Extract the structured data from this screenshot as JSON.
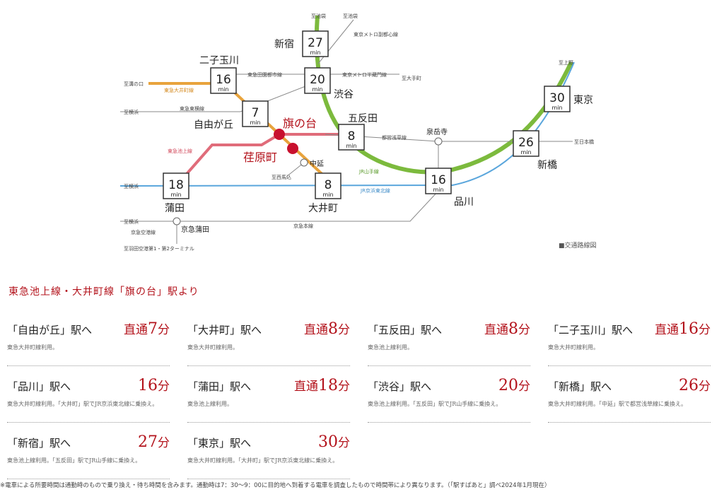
{
  "map": {
    "stations": {
      "futako": "二子玉川",
      "jiyugaoka": "自由が丘",
      "hatanodai": "旗の台",
      "ebara": "荏原町",
      "nakanobu": "中延",
      "oimachi": "大井町",
      "kamata": "蒲田",
      "keikyu_kamata": "京急蒲田",
      "shinjuku": "新宿",
      "shibuya": "渋谷",
      "gotanda": "五反田",
      "sengakuji": "泉岳寺",
      "shinagawa": "品川",
      "shinbashi": "新橋",
      "tokyo": "東京"
    },
    "times": {
      "futako": "16",
      "jiyugaoka": "7",
      "gotanda": "8",
      "shinjuku": "27",
      "shibuya": "20",
      "oimachi": "8",
      "kamata": "18",
      "shinagawa": "16",
      "shinbashi": "26",
      "tokyo": "30"
    },
    "min_unit": "min",
    "lines": {
      "denentoshi": "東急田園都市線",
      "oimachi": "東急大井町線",
      "toyoko": "東急東横線",
      "ikegami": "東急池上線",
      "toei_asakusa": "都営浅草線",
      "yamanote": "JR山手線",
      "keihin_tohoku": "JR京浜東北線",
      "keikyu_main": "京急本線",
      "keikyu_airport": "京急空港線",
      "fukutoshin": "東京メトロ副都心線",
      "hanzomon": "東京メトロ半蔵門線"
    },
    "directions": {
      "mizonokuchi": "至溝の口",
      "yokohama": "至横浜",
      "ikebukuro": "至池袋",
      "ueno": "至上野",
      "otemachi": "至大手町",
      "nihonbashi": "至日本橋",
      "nishimagome": "至西馬込",
      "haneda": "至羽田空港第1・第2ターミナル"
    },
    "note": "■交通路線図"
  },
  "section_title": "東急池上線・大井町線「旗の台」駅より",
  "direct_label": "直通",
  "minute_label": "分",
  "routes": [
    {
      "dest": "「自由が丘」駅へ",
      "direct": true,
      "minutes": "7",
      "via": "東急大井町線利用。"
    },
    {
      "dest": "「大井町」駅へ",
      "direct": true,
      "minutes": "8",
      "via": "東急大井町線利用。"
    },
    {
      "dest": "「五反田」駅へ",
      "direct": true,
      "minutes": "8",
      "via": "東急池上線利用。"
    },
    {
      "dest": "「二子玉川」駅へ",
      "direct": true,
      "minutes": "16",
      "via": "東急大井町線利用。"
    },
    {
      "dest": "「品川」駅へ",
      "direct": false,
      "minutes": "16",
      "via": "東急大井町線利用。「大井町」駅でJR京浜東北線に乗換え。"
    },
    {
      "dest": "「蒲田」駅へ",
      "direct": true,
      "minutes": "18",
      "via": "東急池上線利用。"
    },
    {
      "dest": "「渋谷」駅へ",
      "direct": false,
      "minutes": "20",
      "via": "東急池上線利用。「五反田」駅でJR山手線に乗換え。"
    },
    {
      "dest": "「新橋」駅へ",
      "direct": false,
      "minutes": "26",
      "via": "東急大井町線利用。「中延」駅で都営浅草線に乗換え。"
    },
    {
      "dest": "「新宿」駅へ",
      "direct": false,
      "minutes": "27",
      "via": "東急池上線利用。「五反田」駅でJR山手線に乗換え。"
    },
    {
      "dest": "「東京」駅へ",
      "direct": false,
      "minutes": "30",
      "via": "東急大井町線利用。「大井町」駅でJR京浜東北線に乗換え。"
    }
  ],
  "footnote": "※電車による所要時間は通勤時のもので乗り換え・待ち時間を含みます。通勤時は7：30〜9：00に目的地へ到着する電車を調査したもので時間帯により異なります。（「駅すぱあと」調べ2024年1月現在）",
  "colors": {
    "accent": "#b3121b",
    "yamanote": "#7cba3d",
    "keihin": "#5aa6dc",
    "oimachi": "#e8a33c",
    "ikegami": "#e06c7a",
    "gray": "#8a8a8a"
  }
}
